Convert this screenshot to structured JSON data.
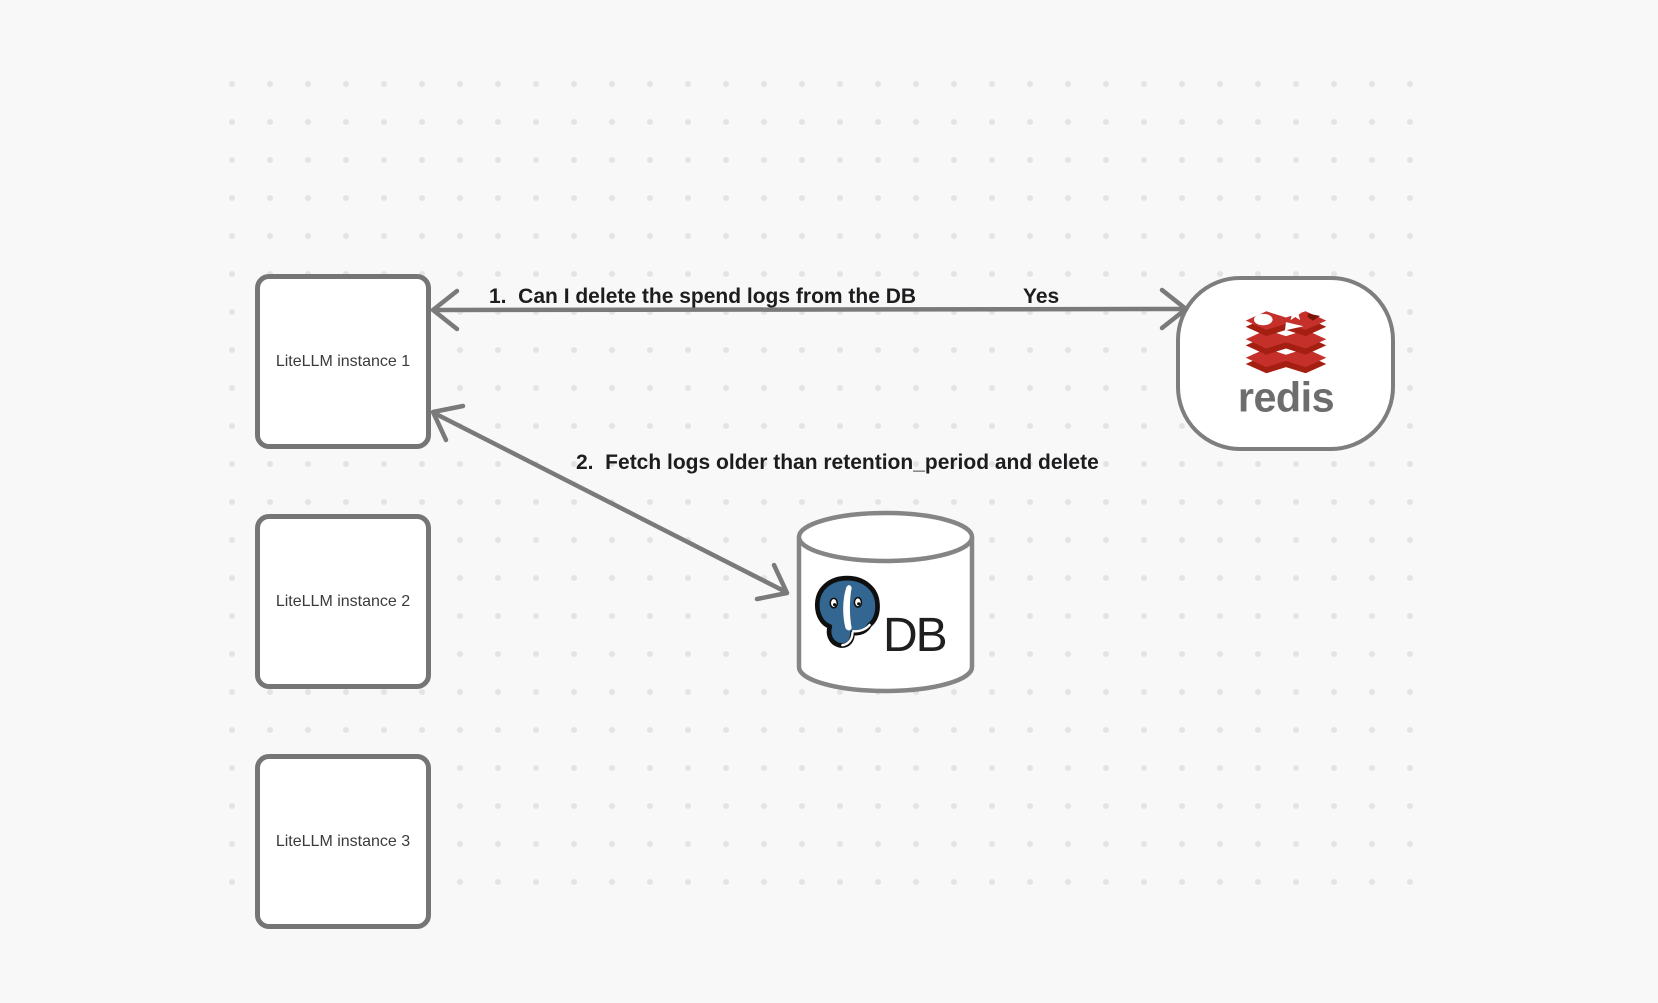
{
  "canvas": {
    "background": "#f8f8f8",
    "dot_color": "#e4e4e4"
  },
  "nodes": {
    "instance1": {
      "label": "LiteLLM instance 1"
    },
    "instance2": {
      "label": "LiteLLM instance 2"
    },
    "instance3": {
      "label": "LiteLLM instance 3"
    },
    "redis": {
      "label": "redis"
    },
    "db": {
      "label": "DB"
    }
  },
  "edges": {
    "edge1": {
      "label": "1.  Can I delete the spend logs from the DB",
      "response": "Yes"
    },
    "edge2": {
      "label": "2.  Fetch logs older than retention_period and delete"
    }
  },
  "colors": {
    "shape_border": "#757575",
    "arrow": "#7a7a7a",
    "redis_red": "#c6302b",
    "redis_dark_red": "#a41e11",
    "redis_wordmark_gray": "#6d6d6d",
    "postgres_blue": "#336791",
    "label_text": "#1d1d1f"
  }
}
